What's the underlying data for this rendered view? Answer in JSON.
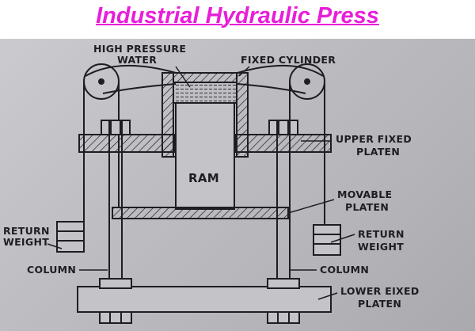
{
  "title": "Industrial Hydraulic Press",
  "labels": {
    "high_pressure_1": "HIGH PRESSURE",
    "high_pressure_2": "WATER",
    "fixed_cylinder": "FIXED CYLINDER",
    "upper_platen_1": "UPPER FIXED",
    "upper_platen_2": "PLATEN",
    "ram": "RAM",
    "movable_platen_1": "MOVABLE",
    "movable_platen_2": "PLATEN",
    "return_weight_left_1": "RETURN",
    "return_weight_left_2": "WEIGHT",
    "return_weight_right_1": "RETURN",
    "return_weight_right_2": "WEIGHT",
    "column_left": "COLUMN",
    "column_right": "COLUMN",
    "lower_platen_1": "LOWER EIXED",
    "lower_platen_2": "PLATEN"
  },
  "colors": {
    "title": "#e81ed8",
    "ink": "#1e1e22",
    "background": "#c2c2c6"
  }
}
